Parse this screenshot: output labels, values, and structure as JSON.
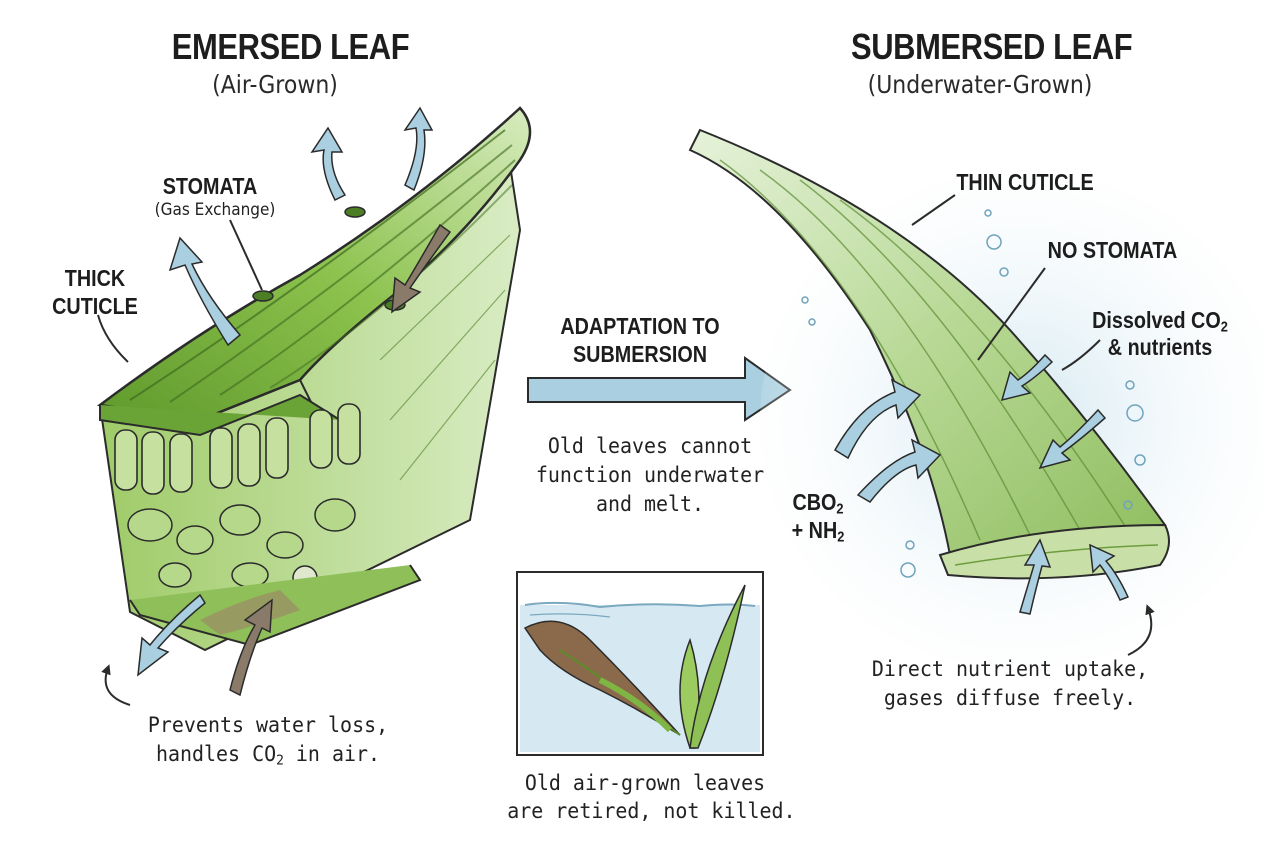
{
  "emersed": {
    "title": "EMERSED LEAF",
    "subtitle": "(Air-Grown)",
    "stomata_label": "STOMATA",
    "stomata_sub": "(Gas Exchange)",
    "thick_cuticle_line1": "THICK",
    "thick_cuticle_line2": "CUTICLE",
    "note_line1": "Prevents water loss,",
    "note_line2_prefix": "handles CO",
    "note_line2_sub": "2",
    "note_line2_suffix": " in air."
  },
  "center": {
    "adaptation_line1": "ADAPTATION TO",
    "adaptation_line2": "SUBMERSION",
    "old_line1": "Old leaves cannot",
    "old_line2": "function underwater",
    "old_line3": "and melt.",
    "retired_line1": "Old air-grown leaves",
    "retired_line2": "are retired, not killed."
  },
  "submersed": {
    "title": "SUBMERSED LEAF",
    "subtitle": "(Underwater-Grown)",
    "thin_cuticle": "THIN CUTICLE",
    "no_stomata": "NO STOMATA",
    "dissolved_prefix": "Dissolved CO",
    "dissolved_sub": "2",
    "dissolved_line2": "& nutrients",
    "cbo_prefix": "CBO",
    "cbo_sub": "2",
    "nh_prefix": "+ NH",
    "nh_sub": "2",
    "note_line1": "Direct nutrient uptake,",
    "note_line2": "gases diffuse freely."
  },
  "colors": {
    "leaf_green": "#7fb542",
    "leaf_dark": "#3f6b1f",
    "arrow_blue": "#a9cfe0",
    "water_blue": "#cfe5ef",
    "outline": "#2b2b2b"
  },
  "icons": [
    "up-arrow-icon",
    "down-arrow-icon",
    "right-arrow-icon",
    "bubble-icon"
  ]
}
